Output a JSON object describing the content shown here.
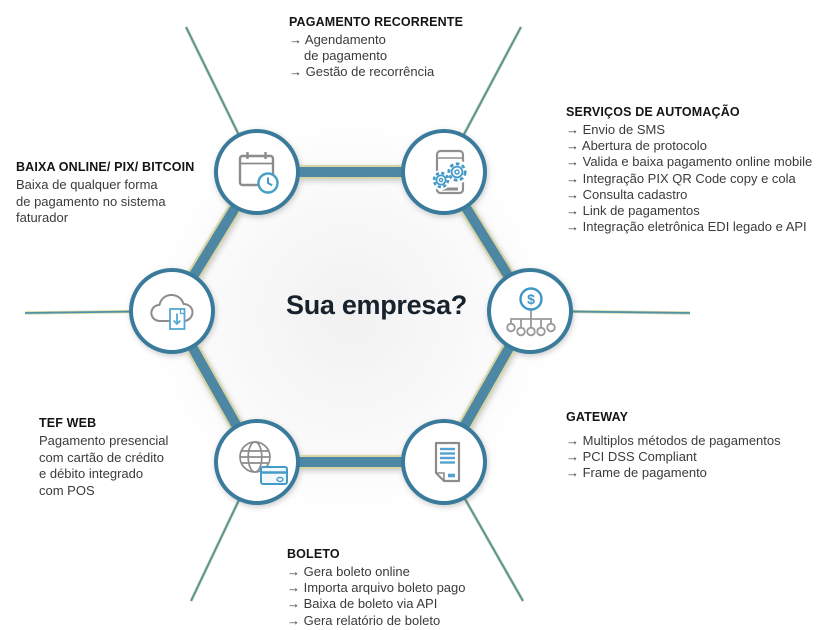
{
  "diagram": {
    "center_label": "Sua empresa?",
    "colors": {
      "hex_edge_blue": "#4d87a3",
      "hex_edge_khaki": "#d8d5a2",
      "circle_stroke": "#3a7b9b",
      "connector_teal": "#4f93a8",
      "icon_gray": "#8c8c8c",
      "icon_blue": "#459bc8",
      "center_text": "#17222d",
      "body_text": "#3b3b3b"
    },
    "gateway_symbol": "$"
  },
  "sections": [
    {
      "id": "pagamento-recorrente",
      "icon": "calendar-clock",
      "title": "PAGAMENTO RECORRENTE",
      "items": [
        "→ Agendamento\nde pagamento",
        "→ Gestão de recorrência"
      ]
    },
    {
      "id": "servicos-de-automacao",
      "icon": "phone-gears",
      "title": "SERVIÇOS DE AUTOMAÇÃO",
      "items": [
        "→ Envio de SMS",
        "→ Abertura de protocolo",
        "→ Valida e baixa pagamento online mobile",
        "→ Integração PIX QR Code copy e cola",
        "→ Consulta cadastro",
        "→ Link de pagamentos",
        "→ Integração eletrônica EDI legado e API"
      ]
    },
    {
      "id": "baixa-online-pix-bitcoin",
      "icon": "cloud-download",
      "title": "BAIXA ONLINE/ PIX/ BITCOIN",
      "description": "Baixa de qualquer forma\nde pagamento no sistema\nfaturador"
    },
    {
      "id": "gateway",
      "icon": "money-network",
      "title": "GATEWAY",
      "items": [
        "→ Multiplos métodos de pagamentos",
        "→ PCI DSS Compliant",
        "→ Frame de pagamento"
      ]
    },
    {
      "id": "tef-web",
      "icon": "globe-credit-card",
      "title": "TEF WEB",
      "description": "Pagamento presencial\ncom cartão de crédito\ne débito integrado\ncom POS"
    },
    {
      "id": "boleto",
      "icon": "document-lines",
      "title": "BOLETO",
      "items": [
        "→ Gera boleto online",
        "→ Importa arquivo boleto pago",
        "→ Baixa de boleto via API",
        "→ Gera relatório de boleto"
      ]
    }
  ]
}
